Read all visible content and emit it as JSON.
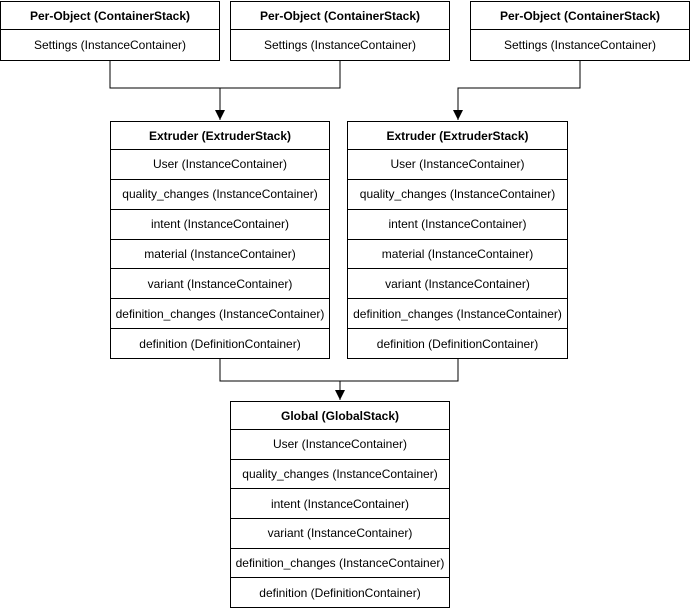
{
  "diagram": {
    "colors": {
      "background": "#ffffff",
      "node_fill": "#ffffff",
      "line": "#000000",
      "text": "#000000"
    },
    "nodes": {
      "per_object": {
        "title": "Per-Object (ContainerStack)",
        "rows": [
          "Settings (InstanceContainer)"
        ]
      },
      "extruder": {
        "title": "Extruder (ExtruderStack)",
        "rows": [
          "User (InstanceContainer)",
          "quality_changes (InstanceContainer)",
          "intent (InstanceContainer)",
          "material (InstanceContainer)",
          "variant (InstanceContainer)",
          "definition_changes (InstanceContainer)",
          "definition (DefinitionContainer)"
        ]
      },
      "global": {
        "title": "Global (GlobalStack)",
        "rows": [
          "User (InstanceContainer)",
          "quality_changes (InstanceContainer)",
          "intent (InstanceContainer)",
          "variant (InstanceContainer)",
          "definition_changes (InstanceContainer)",
          "definition (DefinitionContainer)"
        ]
      }
    }
  }
}
